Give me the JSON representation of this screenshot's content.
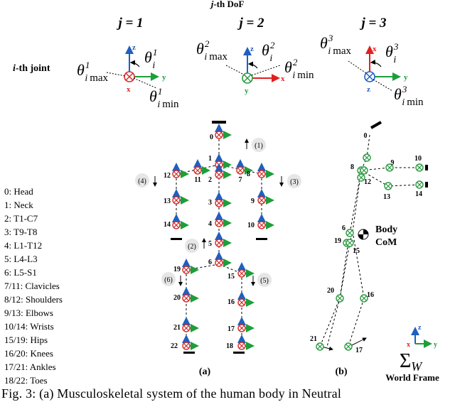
{
  "header": {
    "dof_title_index": "j",
    "dof_title_rest": "-th DoF",
    "j1": "j = 1",
    "j2": "j = 2",
    "j3": "j = 3",
    "joint_label_index": "i",
    "joint_label_rest": "-th joint"
  },
  "dof_symbols": {
    "theta": "θ",
    "sub_i": "i",
    "max": "max",
    "min": "min",
    "sup1": "1",
    "sup2": "2",
    "sup3": "3"
  },
  "axis_letters": {
    "x": "x",
    "y": "y",
    "z": "z"
  },
  "legend": [
    "0: Head",
    "1: Neck",
    "2: T1-C7",
    "3: T9-T8",
    "4: L1-T12",
    "5: L4-L3",
    "6: L5-S1",
    "7/11: Clavicles",
    "8/12: Shoulders",
    "9/13: Elbows",
    "10/14: Wrists",
    "15/19: Hips",
    "16/20: Knees",
    "17/21: Ankles",
    "18/22: Toes"
  ],
  "joint_numbers_a": [
    "0",
    "1",
    "2",
    "3",
    "4",
    "5",
    "6",
    "7",
    "8",
    "9",
    "10",
    "11",
    "12",
    "13",
    "14",
    "15",
    "16",
    "17",
    "18",
    "19",
    "20",
    "21",
    "22"
  ],
  "motion_labels_a": [
    "(1)",
    "(2)",
    "(3)",
    "(4)",
    "(5)",
    "(6)"
  ],
  "joint_numbers_b": [
    "0",
    "8",
    "9",
    "10",
    "12",
    "13",
    "14",
    "6",
    "19",
    "15",
    "20",
    "16",
    "21",
    "17"
  ],
  "panel_labels": {
    "a": "(a)",
    "b": "(b)"
  },
  "body_com": {
    "line1": "Body",
    "line2": "CoM"
  },
  "world_frame": {
    "sigma": "Σ",
    "sub": "W",
    "label": "World Frame"
  },
  "caption": "Fig. 3: (a) Musculoskeletal system of the human body in Neutral",
  "colors": {
    "axis_blue": "#1f5fbf",
    "axis_green": "#1e9e3a",
    "axis_red": "#e0201f",
    "joint_red": "#d42a2a",
    "joint_green": "#2a9a40"
  }
}
